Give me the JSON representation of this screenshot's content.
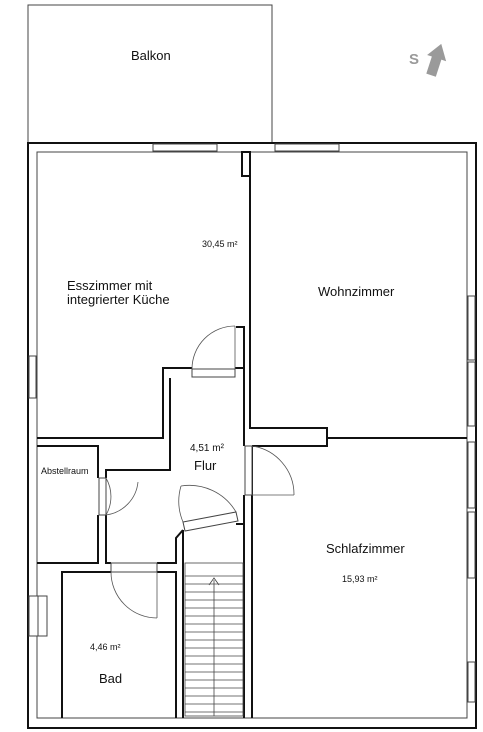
{
  "rooms": {
    "balkon": "Balkon",
    "esszimmer_line1": "Esszimmer mit",
    "esszimmer_line2": "integrierter Küche",
    "esszimmer_area": "30,45 m²",
    "wohnzimmer": "Wohnzimmer",
    "abstellraum": "Abstellraum",
    "flur": "Flur",
    "flur_area": "4,51 m²",
    "schlafzimmer": "Schlafzimmer",
    "schlafzimmer_area": "15,93 m²",
    "bad": "Bad",
    "bad_area": "4,46 m²"
  },
  "compass": {
    "label": "S",
    "icon": "north-arrow-icon",
    "color": "#9a9a9a"
  },
  "colors": {
    "wall": "#111111",
    "background": "#ffffff"
  }
}
